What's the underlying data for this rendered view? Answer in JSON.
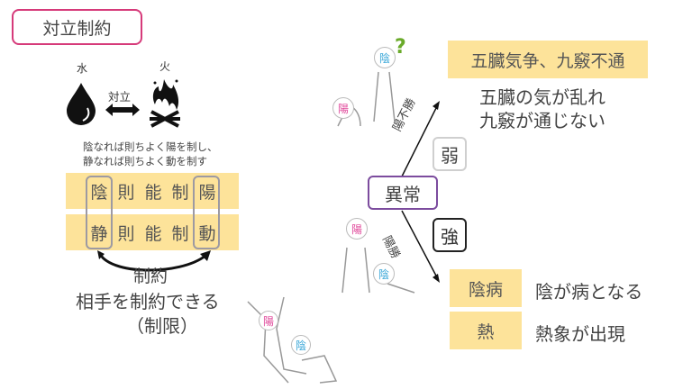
{
  "title": "対立制約",
  "elements": {
    "water": {
      "label": "水",
      "icon": "water-drop-icon"
    },
    "fire": {
      "label": "火",
      "icon": "fire-icon"
    },
    "relation": "対立"
  },
  "quote": {
    "line1": "陰なれば則ちよく陽を制し、",
    "line2": "静なれば則ちよく動を制す"
  },
  "bands": [
    {
      "chars": [
        "陰",
        "則",
        "能",
        "制",
        "陽"
      ]
    },
    {
      "chars": [
        "静",
        "則",
        "能",
        "制",
        "動"
      ]
    }
  ],
  "restraint": {
    "label": "制約",
    "line2": "相手を制約できる",
    "line3": "（制限）"
  },
  "figures": {
    "yin": "陰",
    "yang": "陽",
    "question": "?"
  },
  "abnormal": {
    "center": "異常",
    "weak": "弱",
    "strong": "強",
    "upper_arrow_label": "陽不勝",
    "lower_arrow_label": "陽勝"
  },
  "weak_result": {
    "title": "五臓気争、九竅不通",
    "line1": "五臓の気が乱れ",
    "line2": "九竅が通じない"
  },
  "strong_results": [
    {
      "term": "陰病",
      "desc": "陰が病となる"
    },
    {
      "term": "熱",
      "desc": "熱象が出現"
    }
  ],
  "colors": {
    "title_border": "#d63a7a",
    "band": "#fde39a",
    "abnormal_border": "#7c4c9e",
    "yin": "#3aa7d8",
    "yang": "#e0479a",
    "question": "#6aaa2a"
  }
}
